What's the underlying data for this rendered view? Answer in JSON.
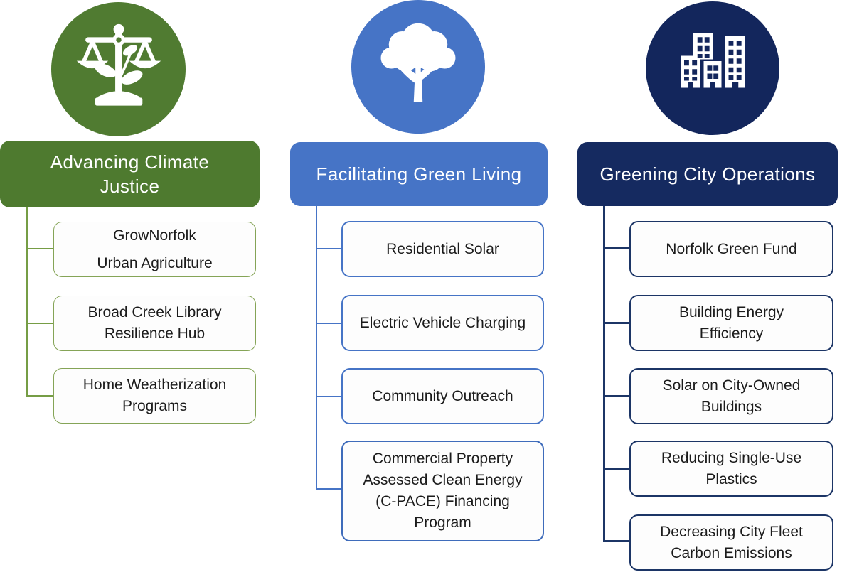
{
  "colors": {
    "green_header": "#4e7a2f",
    "green_circle": "#507b31",
    "green_line": "#769d45",
    "green_box_border": "#85a457",
    "blue": "#4674c6",
    "navy_header": "#152a60",
    "navy_circle": "#13265c",
    "navy_line": "#1c3566",
    "box_background": "#fdfdfd",
    "box_text": "#1b1b1b",
    "header_text": "#ffffff"
  },
  "columns": [
    {
      "id": "advancing-climate-justice",
      "icon": "scales-with-plant-icon",
      "header_lines": [
        "Advancing Climate",
        "Justice"
      ],
      "children": [
        {
          "lines": [
            "GrowNorfolk",
            "Urban Agriculture"
          ]
        },
        {
          "lines": [
            "Broad Creek Library",
            "Resilience Hub"
          ]
        },
        {
          "lines": [
            "Home Weatherization",
            "Programs"
          ]
        }
      ]
    },
    {
      "id": "facilitating-green-living",
      "icon": "tree-icon",
      "header_lines": [
        "Facilitating Green Living"
      ],
      "children": [
        {
          "lines": [
            "Residential Solar"
          ]
        },
        {
          "lines": [
            "Electric Vehicle Charging"
          ]
        },
        {
          "lines": [
            "Community Outreach"
          ]
        },
        {
          "lines": [
            "Commercial Property",
            "Assessed Clean Energy",
            "(C-PACE) Financing",
            "Program"
          ]
        }
      ]
    },
    {
      "id": "greening-city-operations",
      "icon": "city-buildings-icon",
      "header_lines": [
        "Greening City Operations"
      ],
      "children": [
        {
          "lines": [
            "Norfolk Green Fund"
          ]
        },
        {
          "lines": [
            "Building Energy",
            "Efficiency"
          ]
        },
        {
          "lines": [
            "Solar on City-Owned",
            "Buildings"
          ]
        },
        {
          "lines": [
            "Reducing Single-Use",
            "Plastics"
          ]
        },
        {
          "lines": [
            "Decreasing City Fleet",
            "Carbon Emissions"
          ]
        }
      ]
    }
  ]
}
